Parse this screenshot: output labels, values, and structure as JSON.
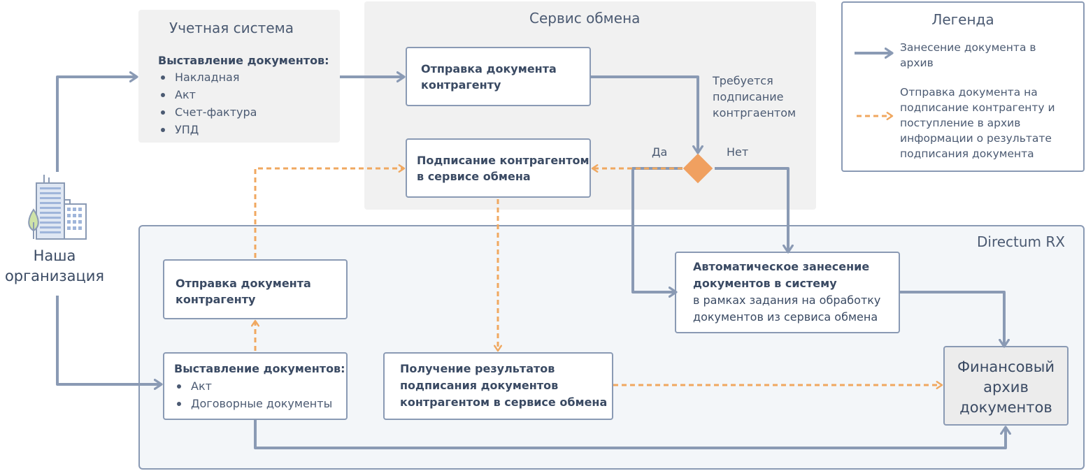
{
  "organization": {
    "label_line1": "Наша",
    "label_line2": "организация"
  },
  "accounting_system": {
    "title": "Учетная система",
    "heading": "Выставление документов:",
    "items": [
      "Накладная",
      "Акт",
      "Счет-фактура",
      "УПД"
    ]
  },
  "exchange_service": {
    "title": "Сервис обмена",
    "send_box": {
      "line1": "Отправка документа",
      "line2": "контрагенту"
    },
    "sign_box": {
      "line1": "Подписание контрагентом",
      "line2": "в сервисе обмена"
    },
    "condition": {
      "line1": "Требуется",
      "line2": "подписание",
      "line3": "контргаентом"
    },
    "yes_label": "Да",
    "no_label": "Нет"
  },
  "directum_rx": {
    "title": "Directum RX",
    "auto_box": {
      "line1": "Автоматическое занесение",
      "line2": "документов в систему",
      "line3": "в рамках задания на обработку",
      "line4": "документов из сервиса обмена"
    },
    "send_box": {
      "line1": "Отправка документа",
      "line2": "контрагенту"
    },
    "issue_box": {
      "heading": "Выставление документов:",
      "items": [
        "Акт",
        "Договорные документы"
      ]
    },
    "results_box": {
      "line1": "Получение результатов",
      "line2": "подписания документов",
      "line3": "контрагентом в сервисе обмена"
    },
    "archive_box": {
      "line1": "Финансовый",
      "line2": "архив",
      "line3": "документов"
    }
  },
  "legend": {
    "title": "Легенда",
    "solid_line1": "Занесение документа в",
    "solid_line2": "архив",
    "dashed_line1": "Отправка документа на",
    "dashed_line2": "подписание контрагенту и",
    "dashed_line3": "поступление в архив",
    "dashed_line4": "информации о результате",
    "dashed_line5": "подписания документа"
  },
  "colors": {
    "solid_arrow": "#8a9ab4",
    "dashed_arrow": "#f0a860",
    "decision": "#f0a060",
    "region_fill": "#f1f1f1",
    "rx_fill": "#f3f6f9"
  }
}
